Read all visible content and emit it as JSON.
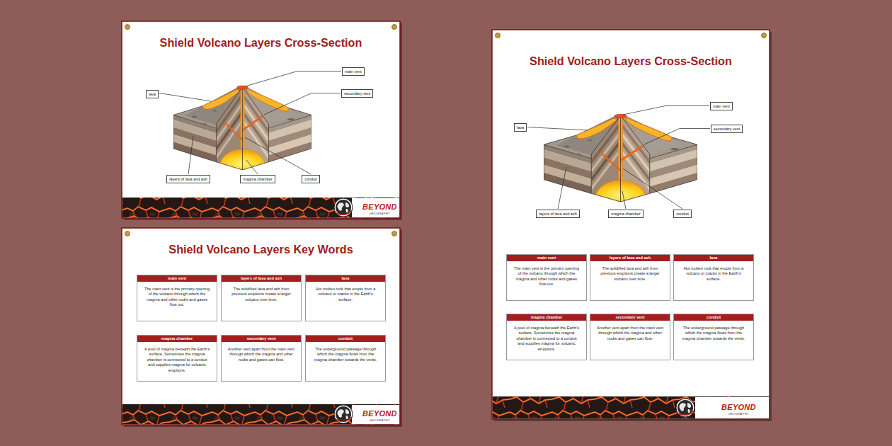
{
  "diagram": {
    "nodes": [
      {
        "text": [
          "Shield Volcano Layers Cross-Section"
        ]
      },
      {
        "text": [
          "main vent"
        ],
        "in": 0
      },
      {
        "text": [
          "lava"
        ],
        "in": 0
      },
      {
        "text": [
          "secondary vent"
        ],
        "in": 0
      },
      {
        "text": [
          "layers of lava and ash"
        ],
        "in": 0
      },
      {
        "text": [
          "magma chamber"
        ],
        "in": 0
      },
      {
        "text": [
          "conduit"
        ],
        "in": 0
      },
      {
        "text": [
          "Shield Volcano Layers Key Words"
        ]
      },
      {
        "text": [
          "main vent",
          "The main vent is the primary opening of the volcano through which the magma and other rocks and gases flow out."
        ],
        "in": 7
      },
      {
        "text": [
          "layers of lava and ash",
          "The solidified lava and ash from previous eruptions create a larger volcano over time."
        ],
        "in": 7
      },
      {
        "text": [
          "lava",
          "Hot molten rock that erupts from a volcano or cracks in the Earth's surface."
        ],
        "in": 7
      },
      {
        "text": [
          "magma chamber",
          "A pool of magma beneath the Earth's surface. Sometimes the magma chamber is connected to a conduit and supplies magma for volcanic eruptions."
        ],
        "in": 7
      },
      {
        "text": [
          "secondary vent",
          "Another vent apart from the main vent through which the magma and other rocks and gases can flow."
        ],
        "in": 7
      },
      {
        "text": [
          "conduit",
          "The underground passage through which the magma flows from the magma chamber towards the vents."
        ],
        "in": 7
      },
      {
        "text": [
          "Shield Volcano Layers Cross-Section"
        ]
      },
      {
        "text": [
          "main vent"
        ],
        "in": 14
      },
      {
        "text": [
          "lava"
        ],
        "in": 14
      },
      {
        "text": [
          "secondary vent"
        ],
        "in": 14
      },
      {
        "text": [
          "layers of lava and ash"
        ],
        "in": 14
      },
      {
        "text": [
          "magma chamber"
        ],
        "in": 14
      },
      {
        "text": [
          "conduit"
        ],
        "in": 14
      },
      {
        "text": [
          "main vent",
          "The main vent is the primary opening of the volcano through which the magma and other rocks and gases flow out."
        ],
        "in": 14
      },
      {
        "text": [
          "layers of lava and ash",
          "The solidified lava and ash from previous eruptions create a larger volcano over time."
        ],
        "in": 14
      },
      {
        "text": [
          "lava",
          "Hot molten rock that erupts from a volcano or cracks in the Earth's surface."
        ],
        "in": 14
      },
      {
        "text": [
          "magma chamber",
          "A pool of magma beneath the Earth's surface. Sometimes the magma chamber is connected to a conduit and supplies magma for volcanic eruptions."
        ],
        "in": 14
      },
      {
        "text": [
          "secondary vent",
          "Another vent apart from the main vent through which the magma and other rocks and gases can flow."
        ],
        "in": 14
      },
      {
        "text": [
          "conduit",
          "The underground passage through which the magma flows from the magma chamber towards the vents."
        ],
        "in": 14
      }
    ],
    "labels": [
      "BEYOND",
      "GEOGRAPHY",
      "BEYOND",
      "GEOGRAPHY",
      "BEYOND",
      "GEOGRAPHY"
    ]
  }
}
